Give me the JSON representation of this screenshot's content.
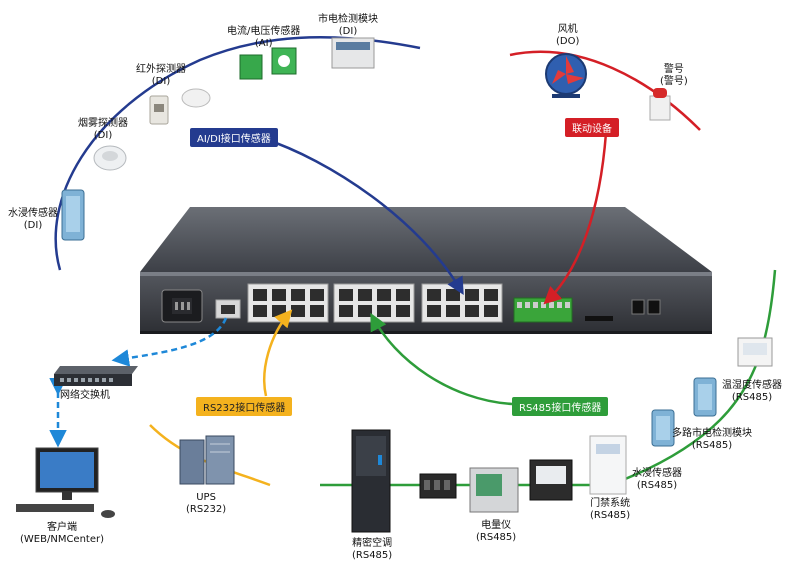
{
  "labels": {
    "power_monitor": {
      "name": "市电检测模块",
      "type": "(DI)"
    },
    "current_voltage": {
      "name": "电流/电压传感器",
      "type": "(AI)"
    },
    "infrared": {
      "name": "红外探测器",
      "type": "(DI)"
    },
    "smoke": {
      "name": "烟雾探测器",
      "type": "(DI)"
    },
    "water_left": {
      "name": "水浸传感器",
      "type": "(DI)"
    },
    "fan": {
      "name": "风机",
      "type": "(DO)"
    },
    "alarm": {
      "name": "警号",
      "type": "(警号)"
    },
    "switch": {
      "name": "网络交换机"
    },
    "client": {
      "name": "客户端",
      "type": "(WEB/NMCenter)"
    },
    "ups": {
      "name": "UPS",
      "type": "(RS232)"
    },
    "precision_ac": {
      "name": "精密空调",
      "type": "(RS485)"
    },
    "meter": {
      "name": "电量仪",
      "type": "(RS485)"
    },
    "access": {
      "name": "门禁系统",
      "type": "(RS485)"
    },
    "water_right": {
      "name": "水浸传感器",
      "type": "(RS485)"
    },
    "multi_power": {
      "name": "多路市电检测模块",
      "type": "(RS485)"
    },
    "temp_humidity": {
      "name": "温湿度传感器",
      "type": "(RS485)"
    }
  },
  "tags": {
    "ai_di": "AI/DI接口传感器",
    "linkage": "联动设备",
    "rs232": "RS232接口传感器",
    "rs485": "RS485接口传感器"
  },
  "colors": {
    "blue": "#243b8f",
    "red": "#d41f26",
    "yellow": "#f4b21e",
    "green": "#2e9d3a",
    "cyan": "#1e88d8"
  }
}
